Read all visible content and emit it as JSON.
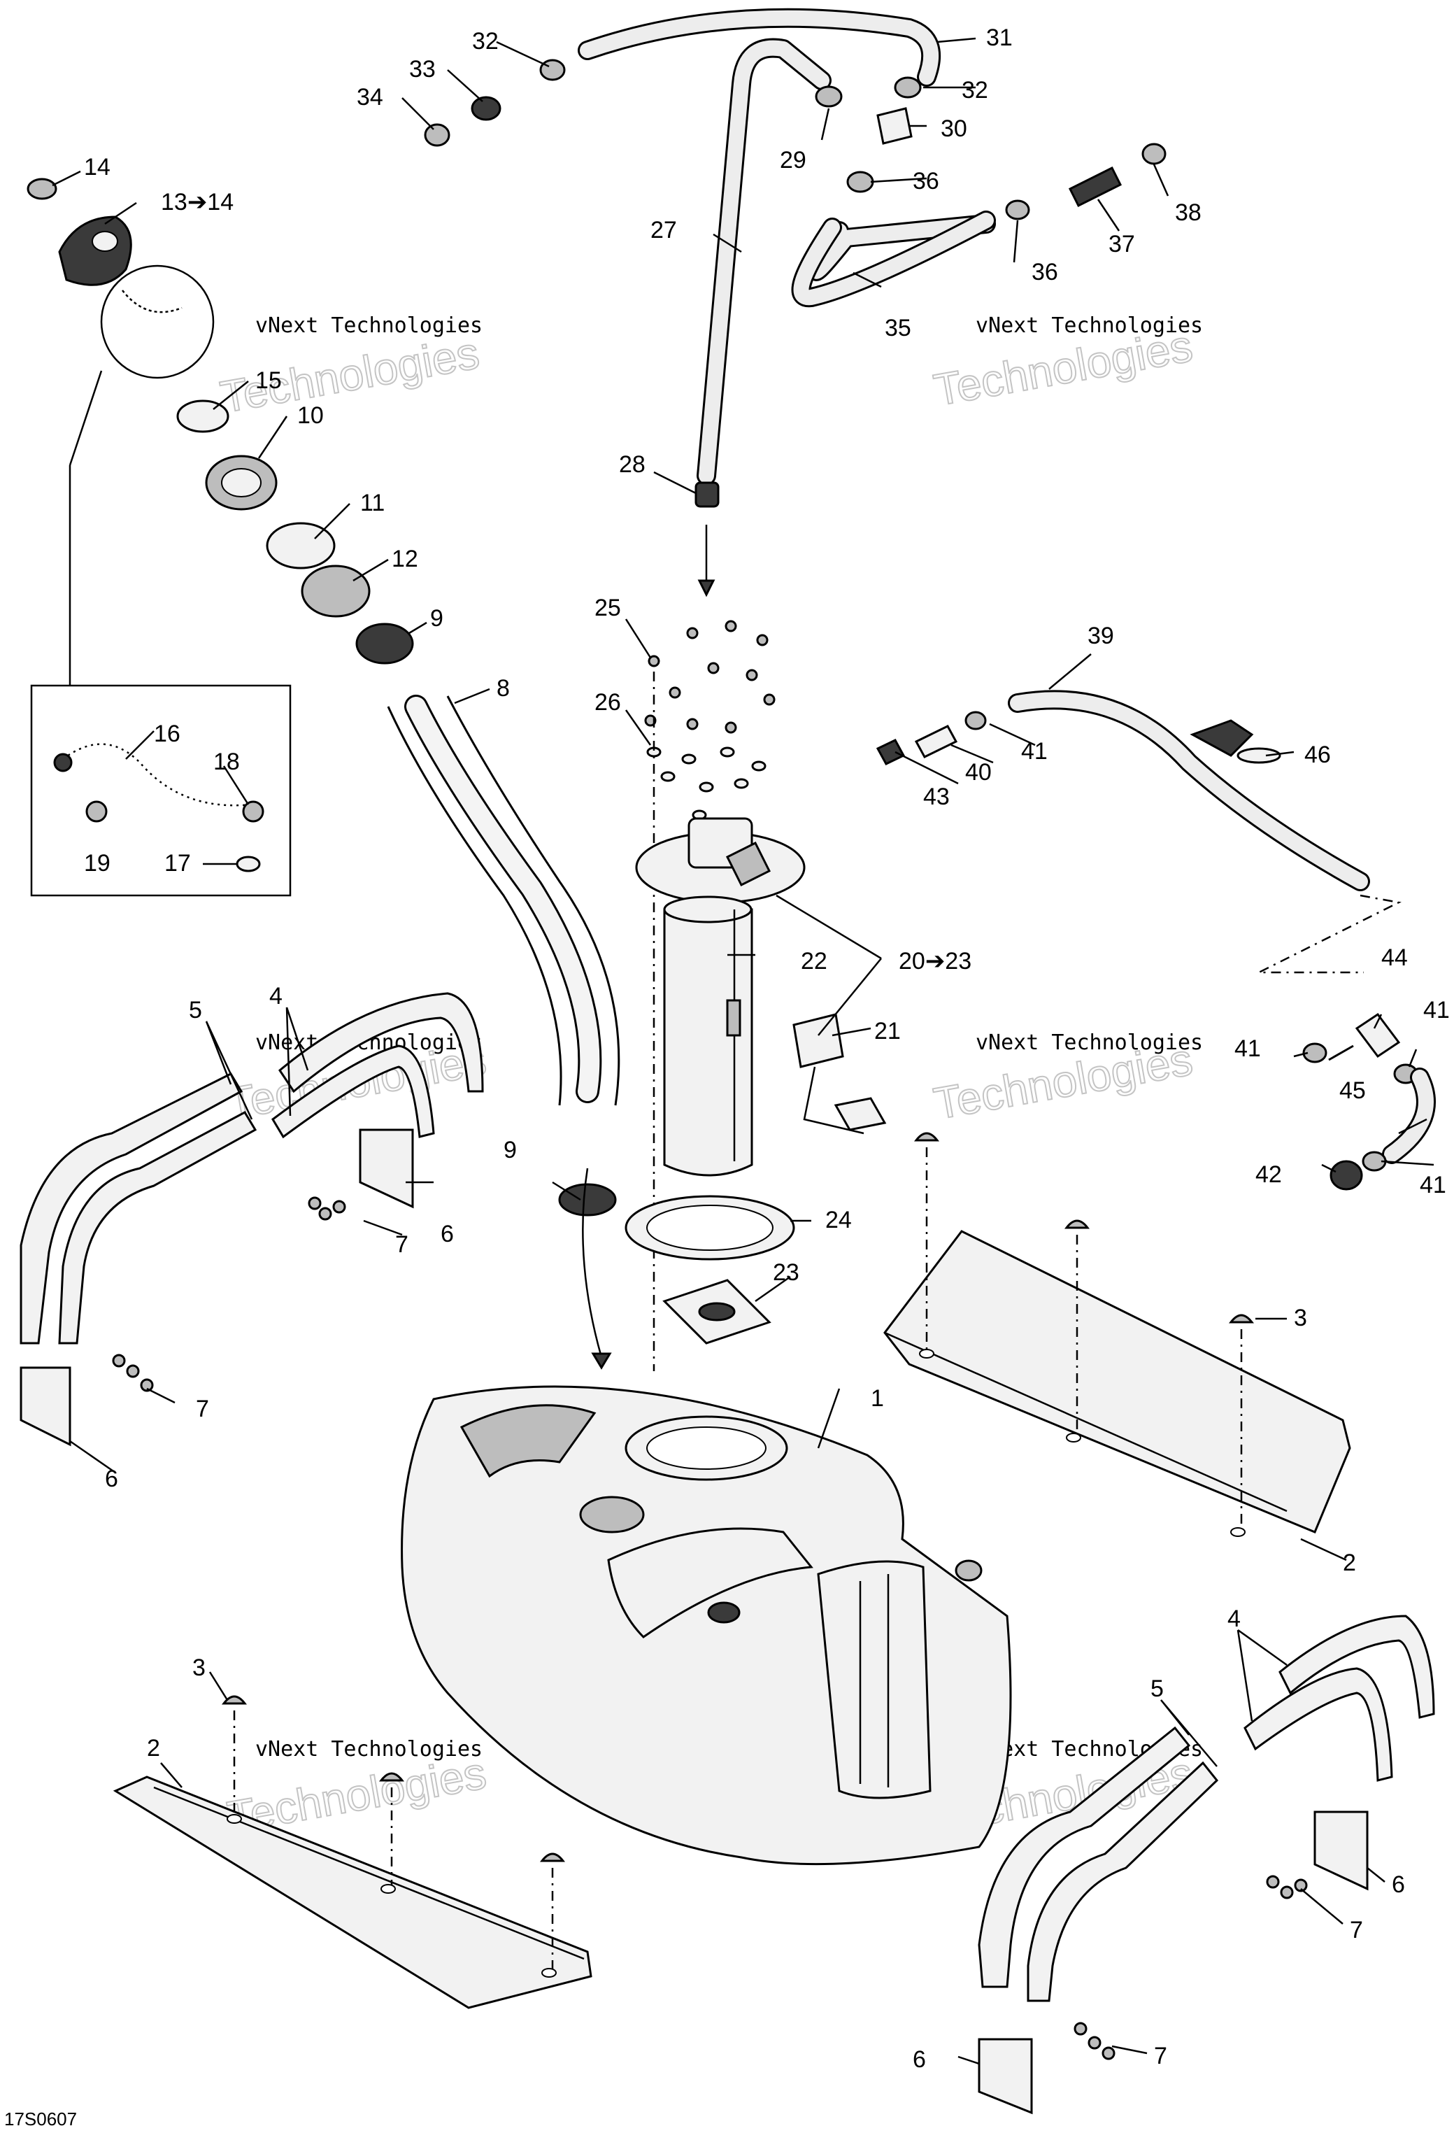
{
  "diagram": {
    "drawing_code": "17S0607",
    "watermark": {
      "line1": "vNext Technologies",
      "line2": "Technologies"
    },
    "callouts": {
      "c1": "1",
      "c2": "2",
      "c3": "3",
      "c4": "4",
      "c5": "5",
      "c6": "6",
      "c7": "7",
      "c8": "8",
      "c9": "9",
      "c10": "10",
      "c11": "11",
      "c12": "12",
      "c13_14": "13➔14",
      "c14": "14",
      "c15": "15",
      "c16": "16",
      "c17": "17",
      "c18": "18",
      "c19": "19",
      "c20_23": "20➔23",
      "c21": "21",
      "c22": "22",
      "c23": "23",
      "c24": "24",
      "c25": "25",
      "c26": "26",
      "c27": "27",
      "c28": "28",
      "c29": "29",
      "c30": "30",
      "c31": "31",
      "c32": "32",
      "c33": "33",
      "c34": "34",
      "c35": "35",
      "c36": "36",
      "c37": "37",
      "c38": "38",
      "c39": "39",
      "c40": "40",
      "c41": "41",
      "c42": "42",
      "c43": "43",
      "c44": "44",
      "c45": "45",
      "c46": "46"
    }
  }
}
